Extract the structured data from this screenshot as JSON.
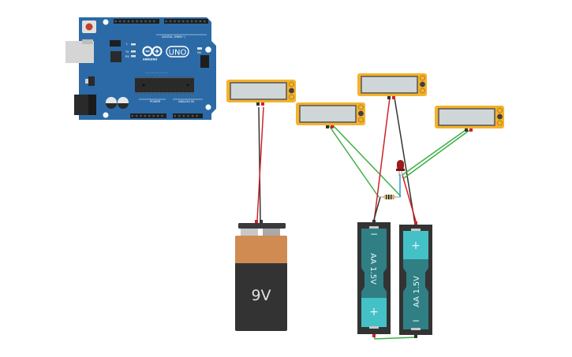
{
  "canvas": {
    "title": "Circuit simulation workspace",
    "background": "#ffffff"
  },
  "arduino": {
    "brand": "ARDUINO",
    "model": "UNO",
    "header_digital": "DIGITAL (PWM~)",
    "header_power": "POWER",
    "header_analog": "ANALOG IN",
    "labels": {
      "l": "L",
      "tx": "TX",
      "rx": "RX",
      "on": "ON"
    },
    "board_color": "#2b6aa6"
  },
  "multimeters": [
    {
      "id": "multimeter-1",
      "display": "",
      "color": "#f4b22c"
    },
    {
      "id": "multimeter-2",
      "display": "",
      "color": "#f4b22c"
    },
    {
      "id": "multimeter-3",
      "display": "",
      "color": "#f4b22c"
    },
    {
      "id": "multimeter-4",
      "display": "",
      "color": "#f4b22c"
    }
  ],
  "battery_9v": {
    "label": "9V",
    "top_color": "#cf8b52",
    "body_color": "#333333"
  },
  "aa_batteries": [
    {
      "label": "AA 1.5V",
      "minus": "−",
      "plus": "+",
      "orientation": "plus-bottom"
    },
    {
      "label": "AA 1.5V",
      "minus": "−",
      "plus": "+",
      "orientation": "plus-top"
    }
  ],
  "components": {
    "led": {
      "color": "#9b1c1c"
    },
    "resistor": {
      "body_color": "#e2c08a"
    }
  },
  "wire_colors": {
    "red": "#d42027",
    "black": "#333333",
    "green": "#3cb043",
    "blue": "#1fa0d8"
  }
}
